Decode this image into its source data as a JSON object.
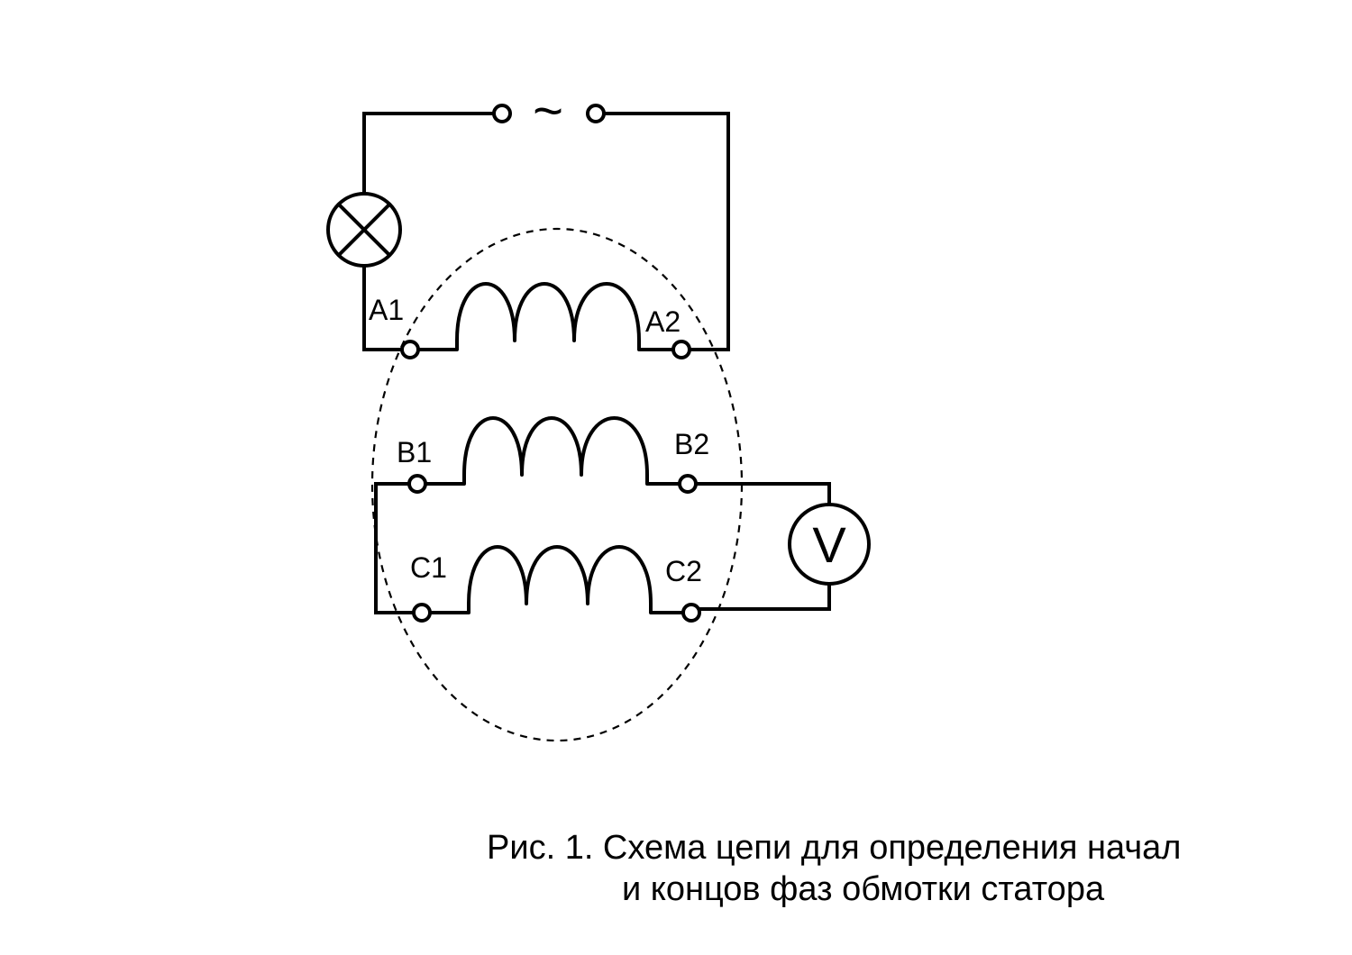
{
  "diagram": {
    "source_symbol": "~",
    "voltmeter_symbol": "V",
    "terminals": {
      "a1": "A1",
      "a2": "A2",
      "b1": "B1",
      "b2": "B2",
      "c1": "C1",
      "c2": "C2"
    }
  },
  "caption": {
    "line1": "Рис. 1. Схема цепи для определения начал",
    "line2": "и концов фаз обмотки статора"
  }
}
